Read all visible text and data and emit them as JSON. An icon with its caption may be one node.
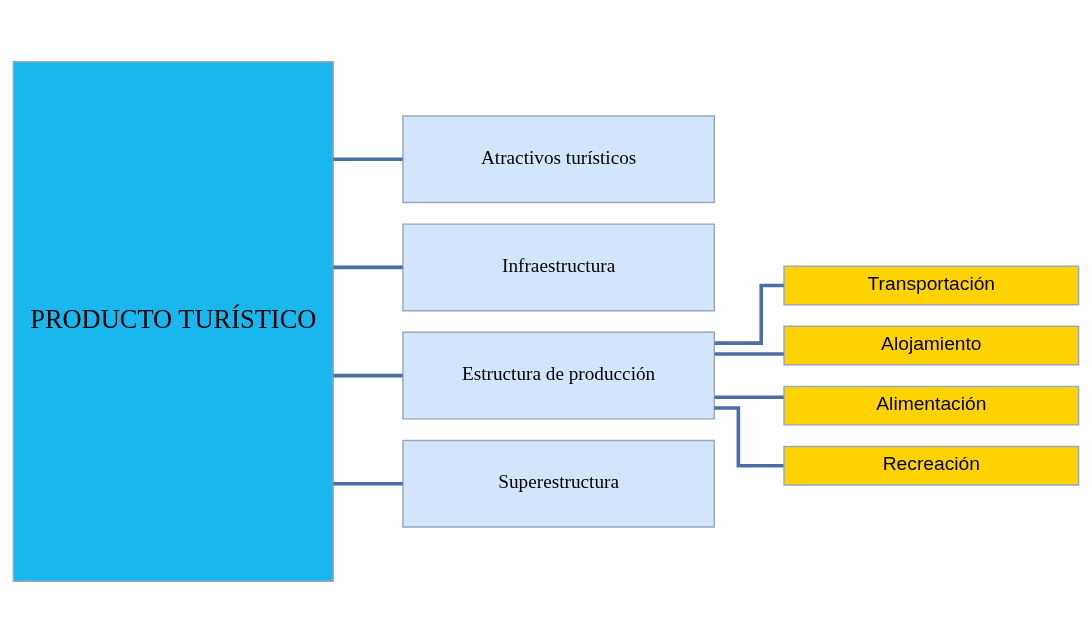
{
  "diagram": {
    "nodes": [
      {
        "text": [
          "PRODUCTO TURÍSTICO"
        ]
      },
      {
        "text": [
          "Atractivos turísticos"
        ]
      },
      {
        "text": [
          "Infraestructura"
        ]
      },
      {
        "text": [
          "Estructura de producción"
        ]
      },
      {
        "text": [
          "Superestructura"
        ]
      },
      {
        "text": [
          "Transportación"
        ]
      },
      {
        "text": [
          "Alojamiento"
        ]
      },
      {
        "text": [
          "Alimentación"
        ]
      },
      {
        "text": [
          "Recreación"
        ]
      }
    ],
    "edges": [
      {
        "from": 0,
        "to": 1,
        "arrow": "none"
      },
      {
        "from": 0,
        "to": 2,
        "arrow": "none"
      },
      {
        "from": 0,
        "to": 3,
        "arrow": "none"
      },
      {
        "from": 0,
        "to": 4,
        "arrow": "none"
      },
      {
        "from": 3,
        "to": 5,
        "arrow": "none"
      },
      {
        "from": 3,
        "to": 6,
        "arrow": "none"
      },
      {
        "from": 3,
        "to": 7,
        "arrow": "none"
      },
      {
        "from": 3,
        "to": 8,
        "arrow": "none"
      }
    ]
  }
}
